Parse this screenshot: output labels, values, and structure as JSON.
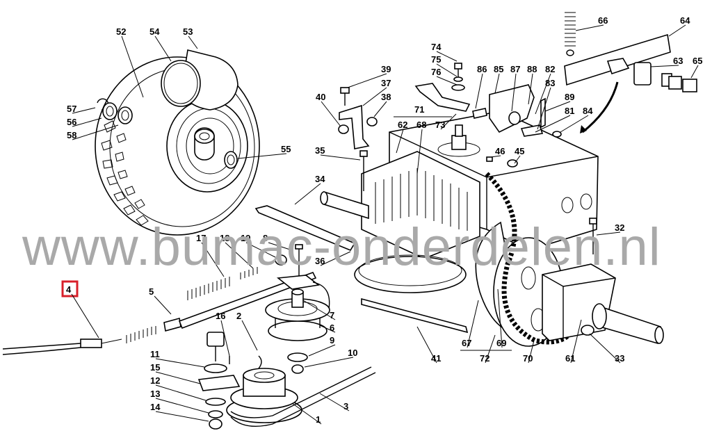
{
  "diagram": {
    "title": "Exploded parts view – rear wheel, transmission, belt pulley & cable assembly",
    "highlight_color": "#d8202a",
    "ink_color": "#000000",
    "watermark_color": "#a9a9a9",
    "highlighted_part": "4",
    "labels": {
      "p1": "1",
      "p2": "2",
      "p3": "3",
      "p4": "4",
      "p5": "5",
      "p6": "6",
      "p7": "7",
      "p8": "8",
      "p9": "9",
      "p10": "10",
      "p11": "11",
      "p12": "12",
      "p13": "13",
      "p14": "14",
      "p15": "15",
      "p16": "16",
      "p17": "17",
      "p18": "18",
      "p19": "19",
      "p32": "32",
      "p33": "33",
      "p34": "34",
      "p35": "35",
      "p36": "36",
      "p37": "37",
      "p38": "38",
      "p39": "39",
      "p40": "40",
      "p41": "41",
      "p45": "45",
      "p46": "46",
      "p52": "52",
      "p53": "53",
      "p54": "54",
      "p55": "55",
      "p56": "56",
      "p57": "57",
      "p58": "58",
      "p61": "61",
      "p62": "62",
      "p63": "63",
      "p64": "64",
      "p65": "65",
      "p66": "66",
      "p67": "67",
      "p68": "68",
      "p69": "69",
      "p70": "70",
      "p71": "71",
      "p72": "72",
      "p73": "73",
      "p74": "74",
      "p75": "75",
      "p76": "76",
      "p81": "81",
      "p82": "82",
      "p83": "83",
      "p84": "84",
      "p85": "85",
      "p86": "86",
      "p87": "87",
      "p88": "88",
      "p89": "89"
    }
  },
  "watermark": {
    "text": "www.bumac-onderdelen.nl"
  }
}
